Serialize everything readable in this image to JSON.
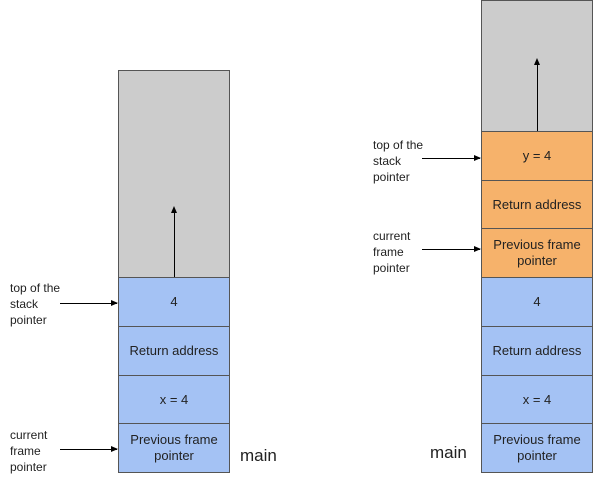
{
  "left_stack": {
    "frames": [
      {
        "text": "4"
      },
      {
        "text": "Return address"
      },
      {
        "text": "x = 4"
      },
      {
        "text": "Previous frame pointer"
      }
    ],
    "sp_label": [
      "top of the",
      "stack",
      "pointer"
    ],
    "fp_label": [
      "current",
      "frame",
      "pointer"
    ],
    "name": "main"
  },
  "right_stack": {
    "frames": [
      {
        "text": "y = 4"
      },
      {
        "text": "Return address"
      },
      {
        "text": "Previous frame pointer"
      },
      {
        "text": "4"
      },
      {
        "text": "Return address"
      },
      {
        "text": "x = 4"
      },
      {
        "text": "Previous frame pointer"
      }
    ],
    "sp_label": [
      "top of the",
      "stack",
      "pointer"
    ],
    "fp_label": [
      "current",
      "frame",
      "pointer"
    ],
    "name": "main"
  },
  "colors": {
    "free_space": "#cccccc",
    "main_frame": "#a4c2f4",
    "callee_frame": "#f6b26b"
  }
}
